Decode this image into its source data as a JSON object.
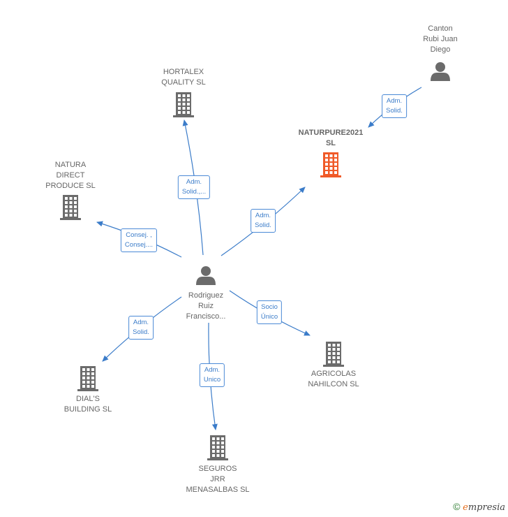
{
  "nodes": [
    {
      "id": "rodriguez",
      "type": "person",
      "label": "Rodriguez\nRuiz\nFrancisco..."
    },
    {
      "id": "canton",
      "type": "person",
      "label": "Canton\nRubi Juan\nDiego"
    },
    {
      "id": "naturpure",
      "type": "company",
      "main": true,
      "label": "NATURPURE2021\nSL"
    },
    {
      "id": "hortalex",
      "type": "company",
      "label": "HORTALEX\nQUALITY  SL"
    },
    {
      "id": "natura",
      "type": "company",
      "label": "NATURA\nDIRECT\nPRODUCE  SL"
    },
    {
      "id": "dials",
      "type": "company",
      "label": "DIAL'S\nBUILDING  SL"
    },
    {
      "id": "seguros",
      "type": "company",
      "label": "SEGUROS\nJRR\nMENASALBAS SL"
    },
    {
      "id": "agricolas",
      "type": "company",
      "label": "AGRICOLAS\nNAHILCON SL"
    }
  ],
  "edges": [
    {
      "from": "canton",
      "to": "naturpure",
      "label": "Adm.\nSolid."
    },
    {
      "from": "rodriguez",
      "to": "naturpure",
      "label": "Adm.\nSolid."
    },
    {
      "from": "rodriguez",
      "to": "hortalex",
      "label": "Adm.\nSolid.,..."
    },
    {
      "from": "rodriguez",
      "to": "natura",
      "label": "Consej. ,\nConsej...."
    },
    {
      "from": "rodriguez",
      "to": "dials",
      "label": "Adm.\nSolid."
    },
    {
      "from": "rodriguez",
      "to": "seguros",
      "label": "Adm.\nUnico"
    },
    {
      "from": "rodriguez",
      "to": "agricolas",
      "label": "Socio\nÚnico"
    }
  ],
  "colors": {
    "edge": "#3b7cc9",
    "company": "#6b6b6b",
    "main_company": "#f05a28",
    "person": "#6b6b6b"
  },
  "watermark": {
    "copyright": "©",
    "brand_initial": "e",
    "brand_rest": "mpresia"
  }
}
